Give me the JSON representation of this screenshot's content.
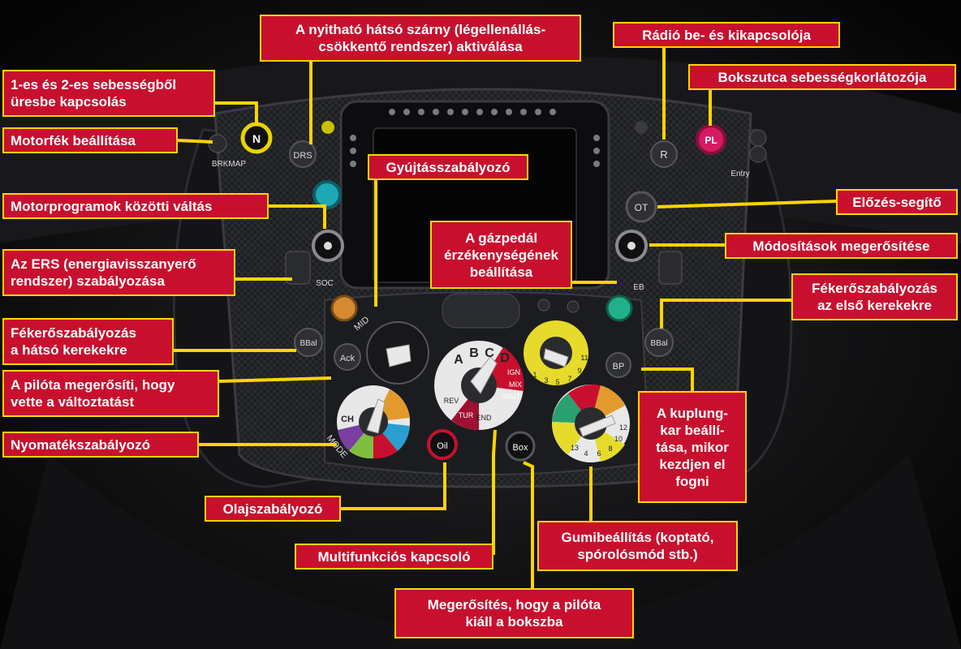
{
  "labels": {
    "drs": "A nyitható hátsó szárny (légellenállás-\ncsökkentő rendszer) aktiválása",
    "radio": "Rádió be- és kikapcsolója",
    "neutral": "1-es és 2-es sebességből\nüresbe kapcsolás",
    "pitlimiter": "Bokszutca sebességkorlátozója",
    "engine_brake": "Motorfék beállítása",
    "ignition": "Gyújtásszabályozó",
    "overtake": "Előzés-segítő",
    "engine_modes": "Motorprogramok közötti váltás",
    "throttle": "A gázpedál\nérzékenységének\nbeállítása",
    "confirm_changes": "Módosítások megerősítése",
    "ers": "Az ERS (energiavisszanyerő\nrendszer) szabályozása",
    "front_brake": "Fékerőszabályozás\naz első kerekekre",
    "rear_brake": "Fékerőszabályozás\na hátsó kerekekre",
    "ack": "A pilóta megerősíti, hogy\nvette a változtatást",
    "clutch": "A kuplung-\nkar beállí-\ntása, mikor\nkezdjen el\nfogni",
    "torque": "Nyomatékszabályozó",
    "oil": "Olajszabályozó",
    "tyres": "Gumibeállítás (koptató,\nspórolósmód stb.)",
    "multifunction": "Multifunkciós kapcsoló",
    "box_confirm": "Megerősítés, hogy a pilóta\nkiáll a bokszba"
  },
  "buttons": {
    "n": "N",
    "drs": "DRS",
    "brkmap": "BRKMAP",
    "r": "R",
    "pl": "PL",
    "entry": "Entry",
    "ot": "OT",
    "eb": "EB",
    "soc": "SOC",
    "bbal_left": "BBal",
    "bbal_right": "BBal",
    "ack": "Ack",
    "bp": "BP",
    "oil": "Oil",
    "box": "Box",
    "mode": "MODE",
    "mid": "MID"
  },
  "dials": {
    "abcd": [
      "A",
      "B",
      "C",
      "D"
    ],
    "ign": "IGN",
    "mix": "MIX",
    "wait": "WAIT",
    "rev": "REV",
    "tur": "TUR",
    "end": "END",
    "ch": "CH",
    "numbers": [
      "1",
      "3",
      "5",
      "7",
      "9",
      "11",
      "13",
      "4",
      "6",
      "8",
      "10",
      "12"
    ]
  },
  "colors": {
    "label_bg": "#c8102e",
    "label_border": "#ffd400",
    "connector": "#ffd400"
  }
}
